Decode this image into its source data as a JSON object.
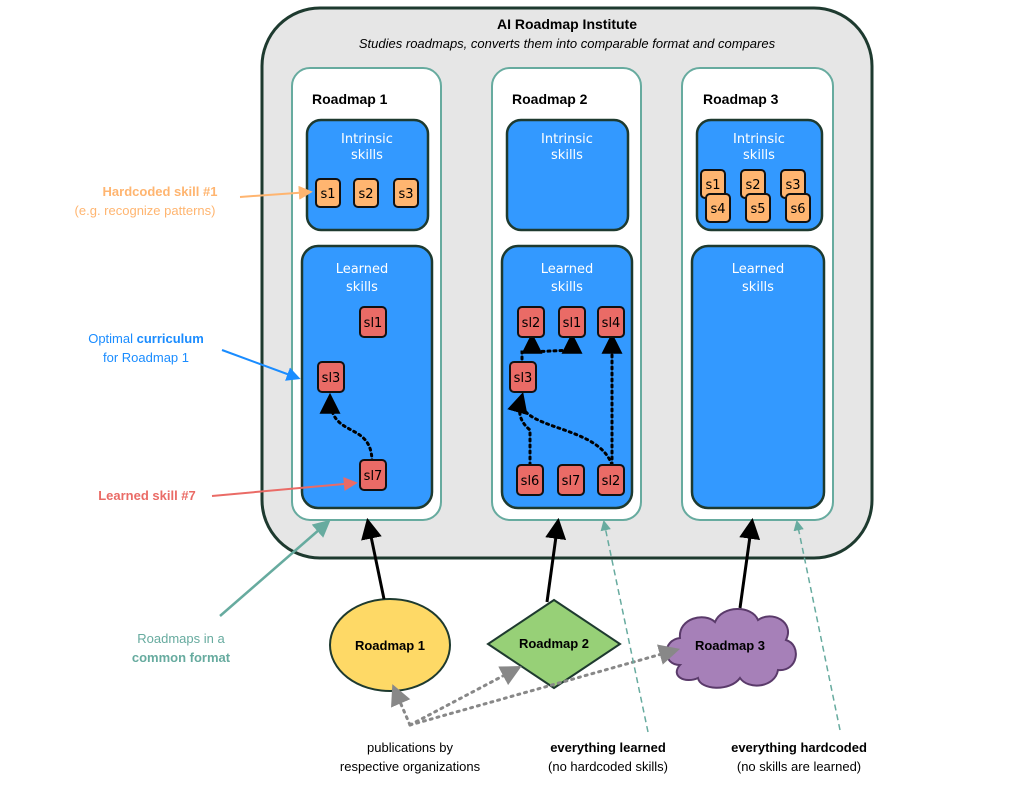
{
  "institute": {
    "title": "AI Roadmap Institute",
    "subtitle": "Studies roadmaps, converts them into comparable format and compares"
  },
  "roadmaps": [
    {
      "title": "Roadmap 1",
      "intrinsic_label_line1": "Intrinsic",
      "intrinsic_label_line2": "skills",
      "intrinsic_chips": [
        "s1",
        "s2",
        "s3"
      ],
      "learned_label_line1": "Learned",
      "learned_label_line2": "skills",
      "learned_chips": [
        "sl1",
        "sl3",
        "sl7"
      ]
    },
    {
      "title": "Roadmap 2",
      "intrinsic_label_line1": "Intrinsic",
      "intrinsic_label_line2": "skills",
      "intrinsic_chips": [],
      "learned_label_line1": "Learned",
      "learned_label_line2": "skills",
      "learned_chips": [
        "sl2",
        "sl1",
        "sl4",
        "sl3",
        "sl6",
        "sl7",
        "sl2"
      ]
    },
    {
      "title": "Roadmap 3",
      "intrinsic_label_line1": "Intrinsic",
      "intrinsic_label_line2": "skills",
      "intrinsic_chips": [
        "s1",
        "s2",
        "s3",
        "s4",
        "s5",
        "s6"
      ],
      "learned_label_line1": "Learned",
      "learned_label_line2": "skills",
      "learned_chips": []
    }
  ],
  "sources": [
    {
      "label": "Roadmap 1",
      "shape": "ellipse",
      "color": "#fed966"
    },
    {
      "label": "Roadmap 2",
      "shape": "diamond",
      "color": "#97d077"
    },
    {
      "label": "Roadmap 3",
      "shape": "cloud",
      "color": "#a680b8"
    }
  ],
  "annotations": {
    "hardcoded_line1": "Hardcoded skill #1",
    "hardcoded_line2": "(e.g. recognize patterns)",
    "curriculum_pre": "Optimal ",
    "curriculum_bold": "curriculum",
    "curriculum_line2": "for Roadmap 1",
    "learned_skill": "Learned skill #7",
    "common_line1": "Roadmaps in a",
    "common_line2": "common format",
    "pubs_line1": "publications by",
    "pubs_line2": "respective organizations",
    "everything_learned": "everything learned",
    "no_hardcoded": "(no hardcoded skills)",
    "everything_hardcoded": "everything hardcoded",
    "no_learned": "(no skills are learned)"
  },
  "colors": {
    "outer_fill": "#e6e6e6",
    "outer_stroke": "#1e3a2f",
    "panel_stroke": "#67ab9f",
    "skill_box": "#3399ff",
    "intrinsic_chip": "#ffb570",
    "learned_chip": "#ea6b66",
    "orange_text": "#ffb570",
    "blue_text": "#1a8cff",
    "red_text": "#ea6b66",
    "teal_text": "#67ab9f"
  }
}
